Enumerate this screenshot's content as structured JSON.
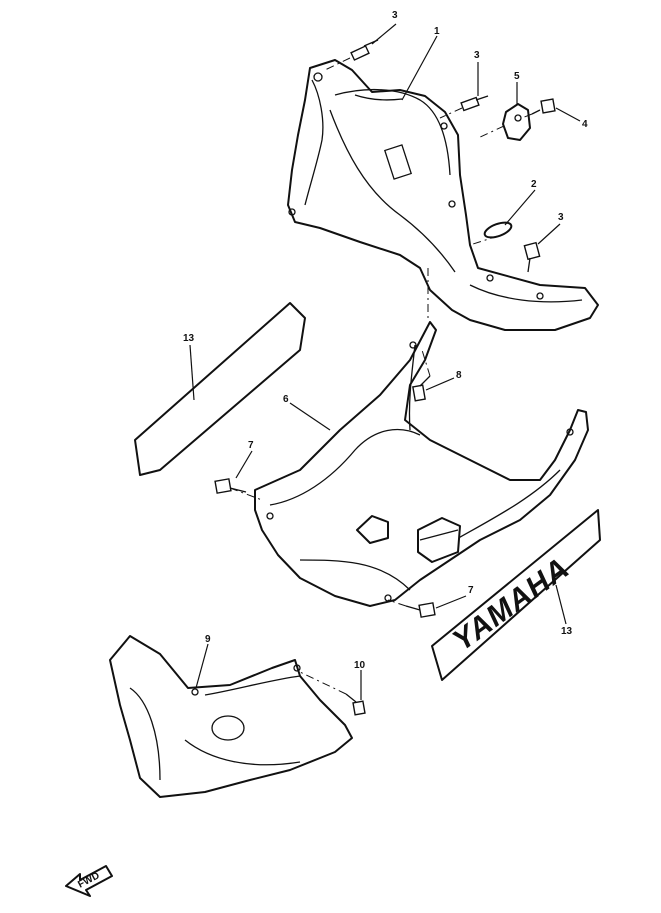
{
  "callouts": [
    {
      "id": "c3a",
      "label": "3"
    },
    {
      "id": "c1",
      "label": "1"
    },
    {
      "id": "c3b",
      "label": "3"
    },
    {
      "id": "c5",
      "label": "5"
    },
    {
      "id": "c4",
      "label": "4"
    },
    {
      "id": "c2",
      "label": "2"
    },
    {
      "id": "c3c",
      "label": "3"
    },
    {
      "id": "c13a",
      "label": "13"
    },
    {
      "id": "c8",
      "label": "8"
    },
    {
      "id": "c6",
      "label": "6"
    },
    {
      "id": "c7a",
      "label": "7"
    },
    {
      "id": "c7b",
      "label": "7"
    },
    {
      "id": "c13b",
      "label": "13"
    },
    {
      "id": "c9",
      "label": "9"
    },
    {
      "id": "c10",
      "label": "10"
    }
  ],
  "emblem_text": "YAMAHA",
  "direction_text": "FWD"
}
